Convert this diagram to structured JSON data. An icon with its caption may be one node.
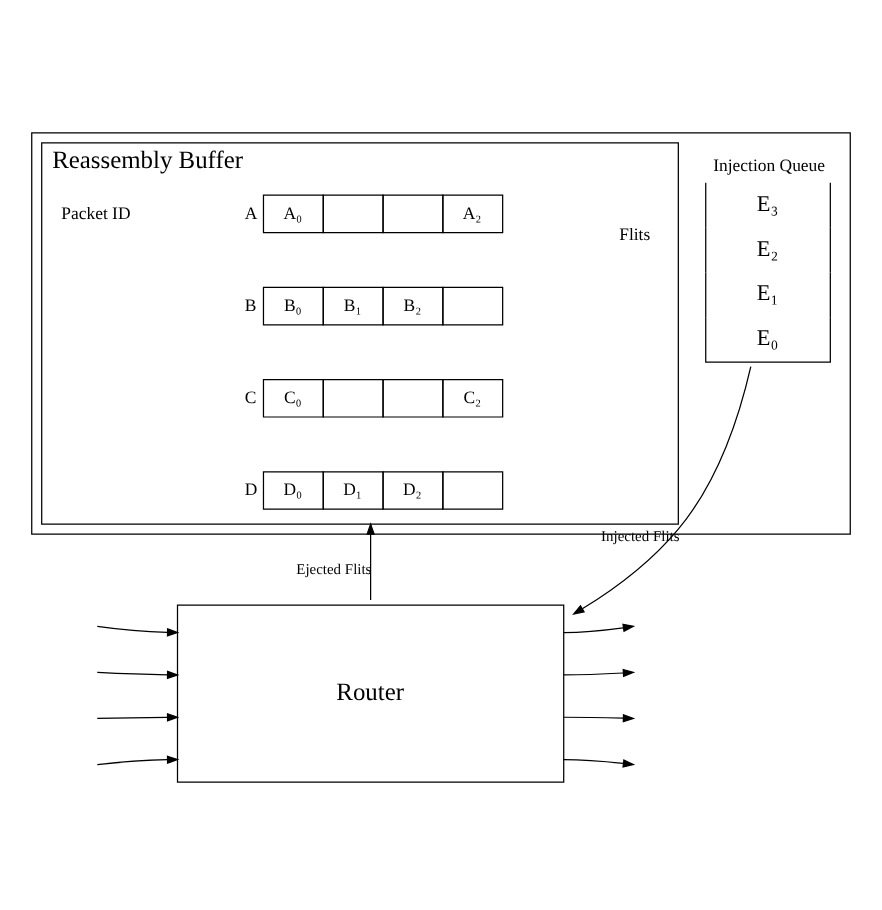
{
  "diagram": {
    "nodes": [
      {
        "text": [],
        "shape": "box"
      },
      {
        "text": [
          "Reassembly Buffer"
        ],
        "in": 0
      },
      {
        "text": [
          "A₀",
          "A₂"
        ],
        "beside": [
          "A"
        ],
        "in": 1
      },
      {
        "text": [
          "B₀",
          "B₁",
          "B₂"
        ],
        "beside": [
          "B"
        ],
        "in": 1
      },
      {
        "text": [
          "C₀",
          "C₂"
        ],
        "beside": [
          "C"
        ],
        "in": 1
      },
      {
        "text": [
          "D₀",
          "D₁",
          "D₂"
        ],
        "beside": [
          "D"
        ],
        "in": 1
      },
      {
        "text": [
          "Injection Queue",
          "E₃",
          "E₂",
          "E₁",
          "E₀"
        ],
        "in": 0
      },
      {
        "text": [
          "Router"
        ]
      }
    ],
    "edges": [
      {
        "from": 7,
        "to": 1,
        "arrow": "to",
        "label": "Ejected Flits"
      },
      {
        "from": 6,
        "to": 7,
        "arrow": "to",
        "label": "Injected Flits"
      },
      {
        "from": null,
        "to": 7,
        "arrow": "to"
      },
      {
        "from": null,
        "to": 7,
        "arrow": "to"
      },
      {
        "from": null,
        "to": 7,
        "arrow": "to"
      },
      {
        "from": null,
        "to": 7,
        "arrow": "to"
      },
      {
        "from": 7,
        "to": null,
        "arrow": "to"
      },
      {
        "from": 7,
        "to": null,
        "arrow": "to"
      },
      {
        "from": 7,
        "to": null,
        "arrow": "to"
      },
      {
        "from": 7,
        "to": null,
        "arrow": "to"
      }
    ],
    "labels": [
      "Packet ID",
      "Flits"
    ]
  }
}
